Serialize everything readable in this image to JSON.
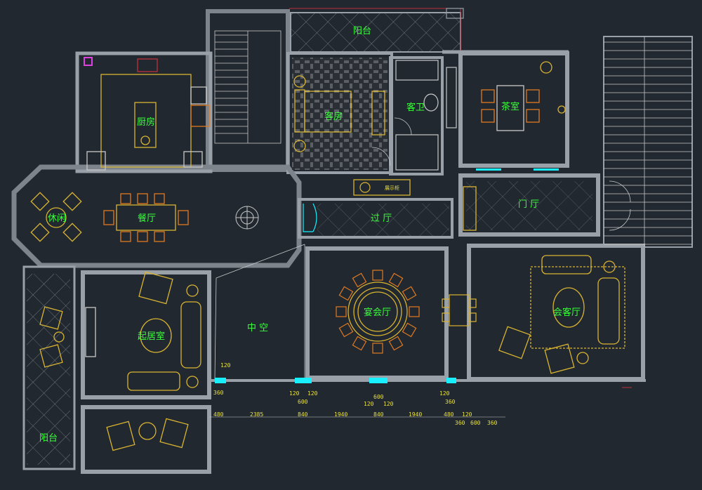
{
  "colors": {
    "background": "#212830",
    "wall": "#9aa0a8",
    "wall_dark": "#6b7178",
    "furniture": "#d9b430",
    "furniture_orange": "#e07a20",
    "room_label": "#39ff3a",
    "hatch": "#c9c9c9",
    "window": "#19f0ff",
    "dimension": "#e8e040",
    "red_line": "#c0303a"
  },
  "rooms": {
    "balcony_top": "阳台",
    "kitchen": "厨房",
    "guest_room": "客房",
    "guest_bath": "客卫",
    "tea_room": "茶室",
    "leisure": "休闲",
    "dining": "餐厅",
    "corridor": "过 厅",
    "foyer": "门 厅",
    "living": "起居室",
    "void": "中 空",
    "banquet": "宴会厅",
    "reception": "会客厅",
    "balcony_left": "阳台",
    "cabinet": "展示柜"
  },
  "dimensions": {
    "d120_a": "120",
    "d360_a": "360",
    "d480_a": "480",
    "d2385": "2385",
    "d120_b": "120",
    "d600_a": "600",
    "d120_c": "120",
    "d840_a": "840",
    "d1940_a": "1940",
    "d600_b": "600",
    "d120_d": "120",
    "d120_e": "120",
    "d840_b": "840",
    "d1940_b": "1940",
    "d120_f": "120",
    "d360_b": "360",
    "d480_b": "480",
    "d120_g": "120",
    "d360_c": "360",
    "d600_c": "600",
    "d360_d": "360"
  }
}
